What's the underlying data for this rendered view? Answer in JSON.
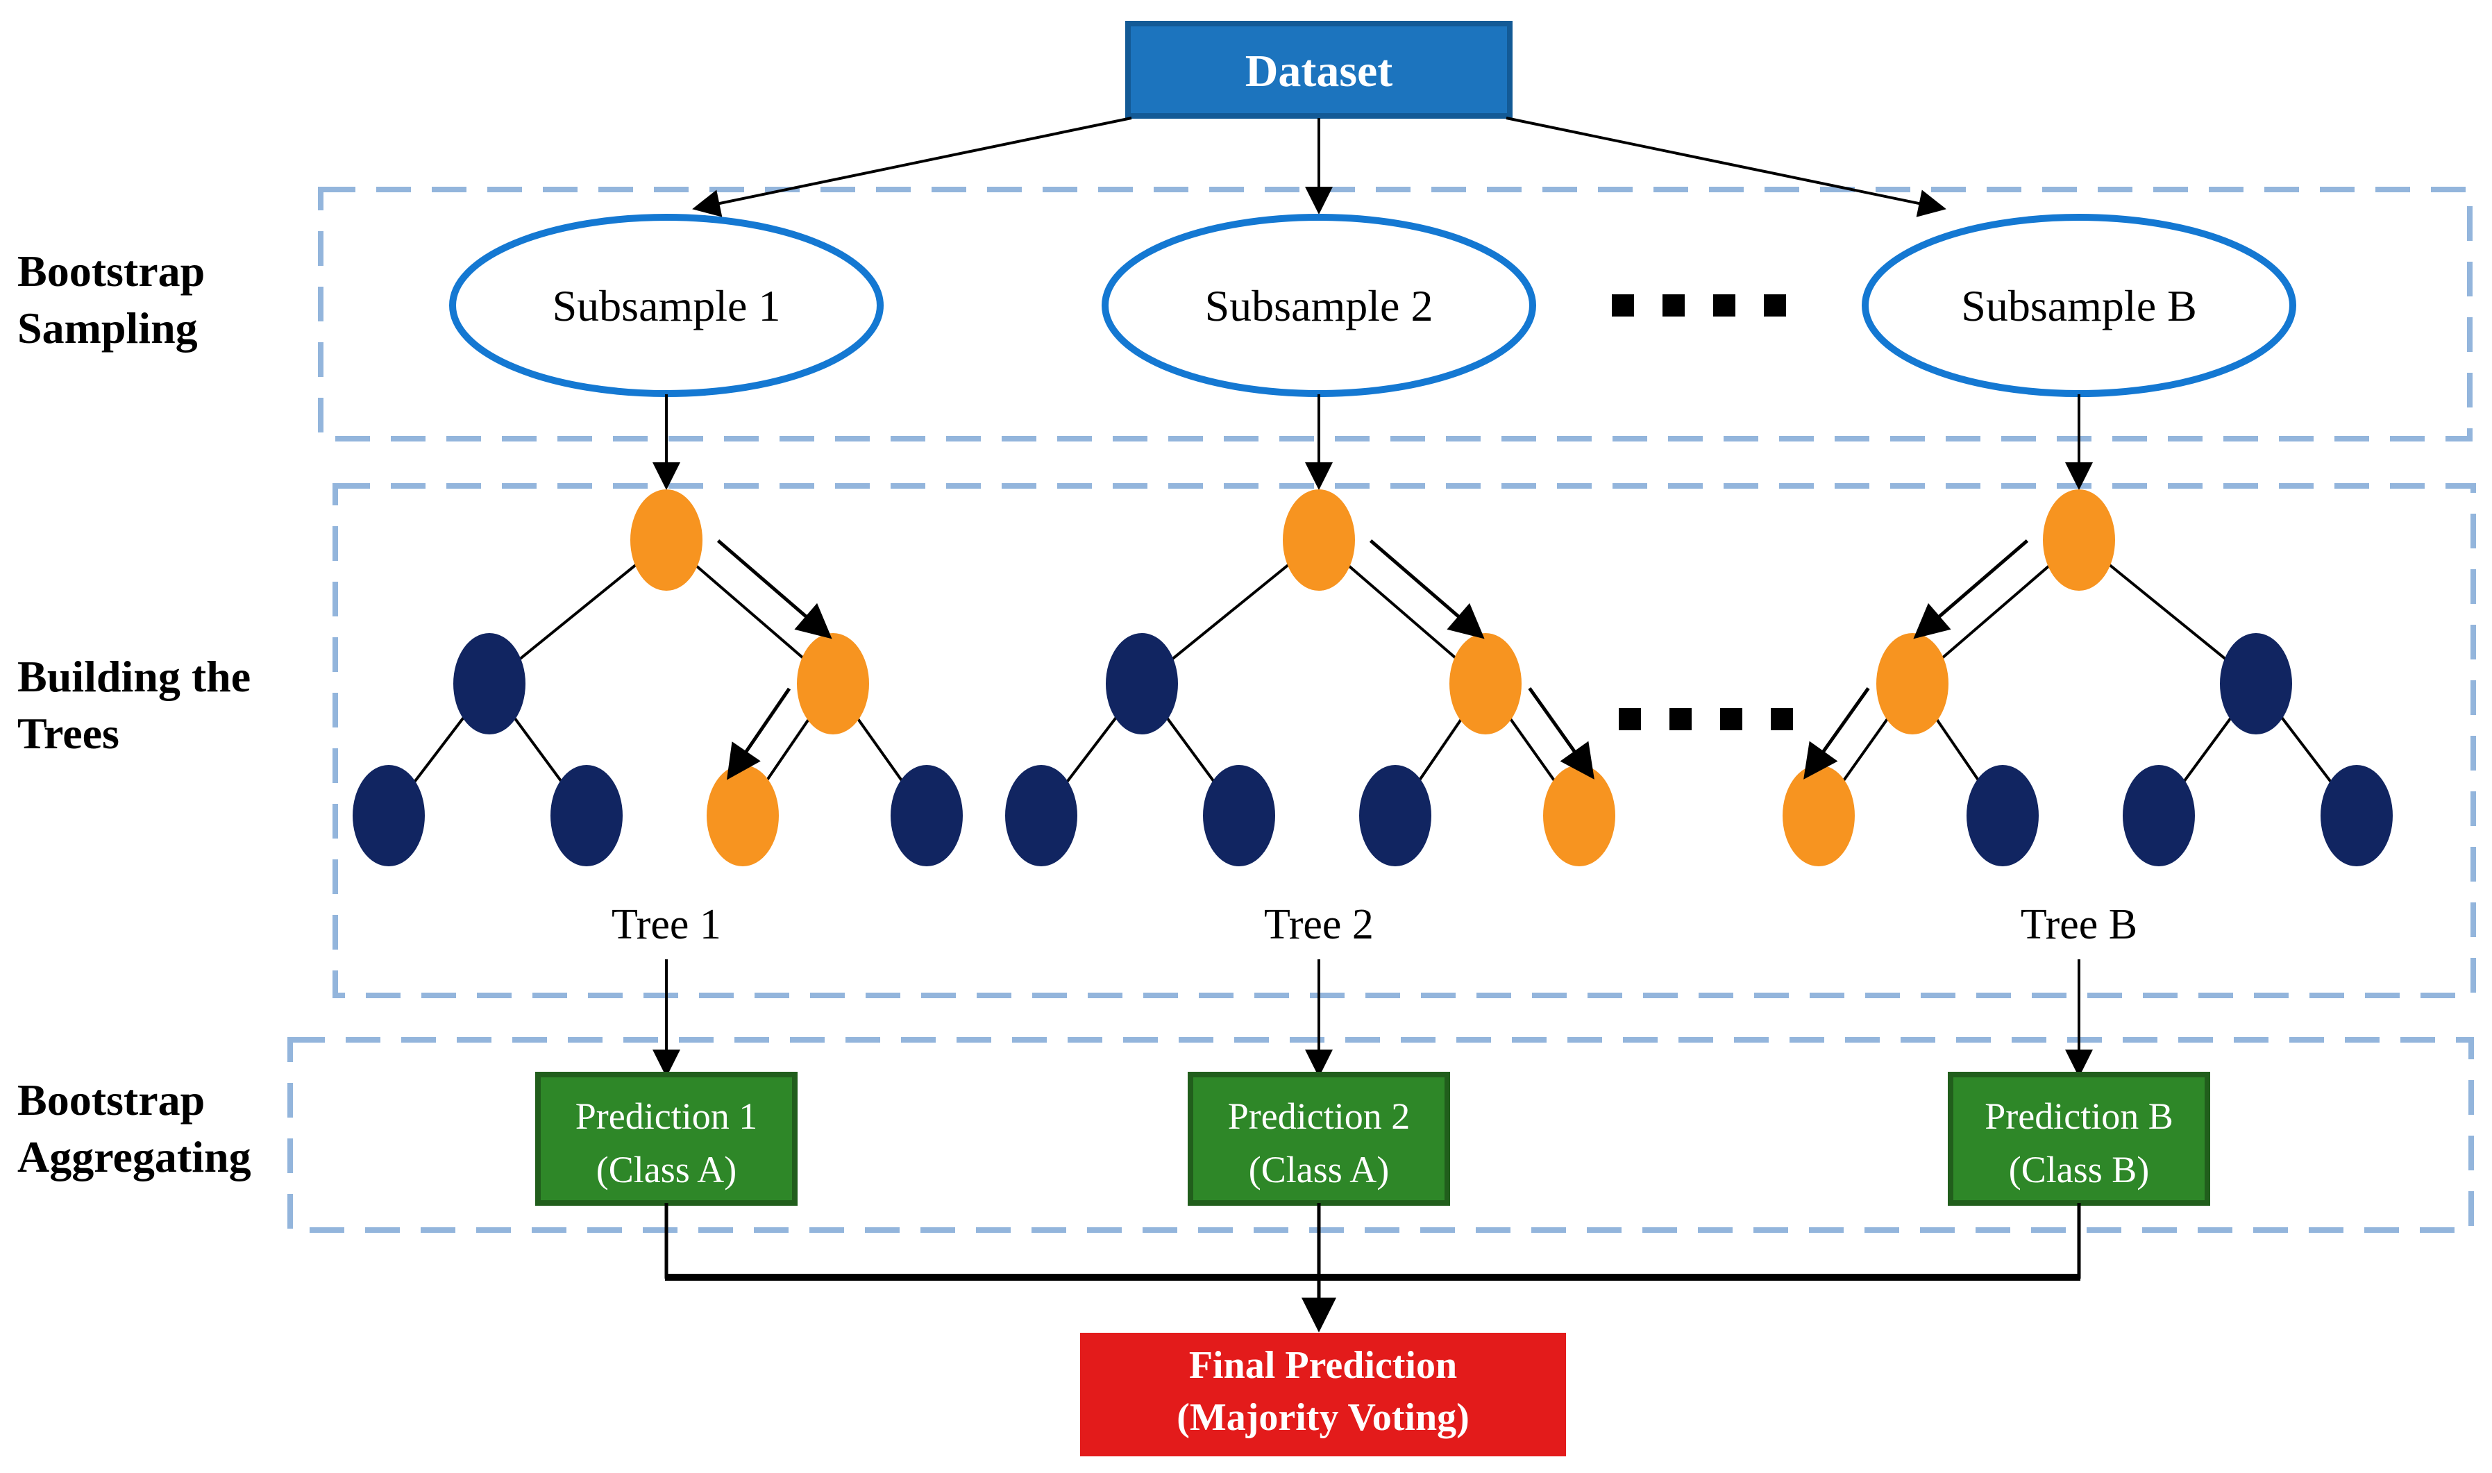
{
  "dataset_box": {
    "label": "Dataset"
  },
  "sections": [
    {
      "name": "bootstrap-sampling",
      "lines": [
        "Bootstrap",
        "Sampling"
      ]
    },
    {
      "name": "building-the-trees",
      "lines": [
        "Building the",
        "Trees"
      ]
    },
    {
      "name": "bootstrap-aggregating",
      "lines": [
        "Bootstrap",
        "Aggregating"
      ]
    }
  ],
  "columns": [
    {
      "subsample": "Subsample 1",
      "tree_label": "Tree 1",
      "prediction": [
        "Prediction 1",
        "(Class A)"
      ]
    },
    {
      "subsample": "Subsample 2",
      "tree_label": "Tree 2",
      "prediction": [
        "Prediction 2",
        "(Class A)"
      ]
    },
    {
      "subsample": "Subsample B",
      "tree_label": "Tree B",
      "prediction": [
        "Prediction B",
        "(Class B)"
      ]
    }
  ],
  "trees": [
    {
      "label": "Tree 1",
      "mirrored": false,
      "root_color": "orange",
      "mid_colors": [
        "navy",
        "orange"
      ],
      "leaf_colors": [
        "navy",
        "navy",
        "orange",
        "navy"
      ],
      "highlight_path": [
        "root-mid1",
        "mid1-leaf2"
      ]
    },
    {
      "label": "Tree 2",
      "mirrored": false,
      "root_color": "orange",
      "mid_colors": [
        "navy",
        "orange"
      ],
      "leaf_colors": [
        "navy",
        "navy",
        "navy",
        "orange"
      ],
      "highlight_path": [
        "root-mid1",
        "mid1-leaf3"
      ]
    },
    {
      "label": "Tree B",
      "mirrored": true,
      "root_color": "orange",
      "mid_colors": [
        "orange",
        "navy"
      ],
      "leaf_colors": [
        "orange",
        "navy",
        "navy",
        "navy"
      ],
      "highlight_path": [
        "root-mid0",
        "mid0-leaf0"
      ]
    }
  ],
  "final_box": {
    "lines": [
      "Final Prediction",
      "(Majority Voting)"
    ]
  },
  "ellipsis": {
    "groups": 2,
    "dots_per_group": 4
  },
  "colors": {
    "dataset_fill": "#1C74BE",
    "dataset_border": "#135A96",
    "ellipse_stroke": "#1478D2",
    "node_orange": "#F79420",
    "node_navy": "#112561",
    "prediction_fill": "#2E8728",
    "prediction_border": "#215E1C",
    "final_fill": "#E31B1B",
    "dashed_border": "#93B5DC",
    "line": "#000000",
    "text_dark": "#000000",
    "text_light": "#FFFFFF"
  }
}
